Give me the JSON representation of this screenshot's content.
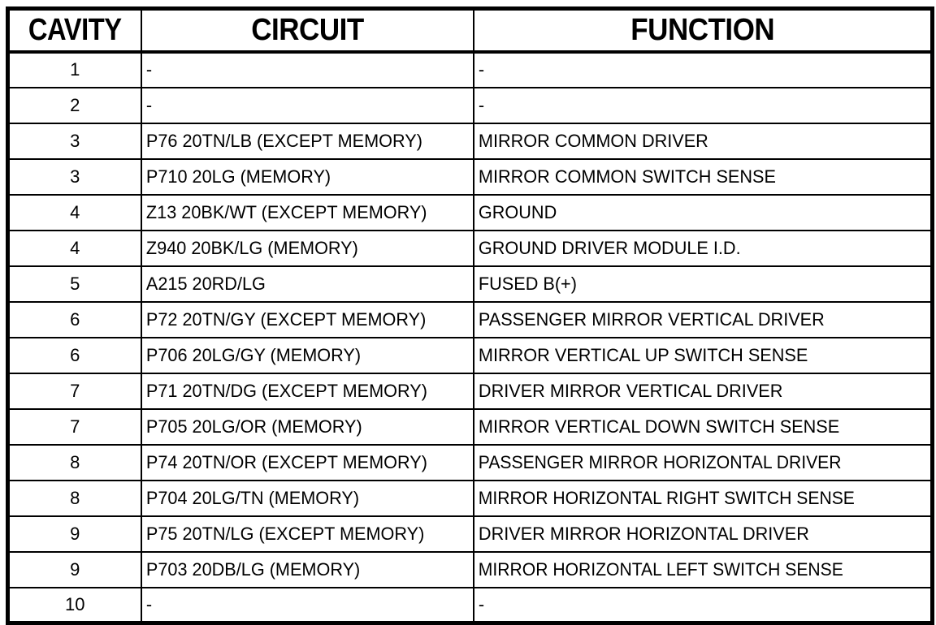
{
  "table": {
    "title": "CAVITY / CIRCUIT / FUNCTION connector pinout",
    "columns": [
      {
        "key": "cavity",
        "label": "CAVITY"
      },
      {
        "key": "circuit",
        "label": "CIRCUIT"
      },
      {
        "key": "function",
        "label": "FUNCTION"
      }
    ],
    "rows": [
      {
        "cavity": "1",
        "circuit": "-",
        "function": "-"
      },
      {
        "cavity": "2",
        "circuit": "-",
        "function": "-"
      },
      {
        "cavity": "3",
        "circuit": "P76 20TN/LB (EXCEPT MEMORY)",
        "function": "MIRROR COMMON DRIVER"
      },
      {
        "cavity": "3",
        "circuit": "P710 20LG (MEMORY)",
        "function": "MIRROR COMMON SWITCH SENSE"
      },
      {
        "cavity": "4",
        "circuit": "Z13 20BK/WT (EXCEPT MEMORY)",
        "function": "GROUND"
      },
      {
        "cavity": "4",
        "circuit": "Z940 20BK/LG (MEMORY)",
        "function": "GROUND DRIVER MODULE I.D."
      },
      {
        "cavity": "5",
        "circuit": "A215 20RD/LG",
        "function": "FUSED B(+)"
      },
      {
        "cavity": "6",
        "circuit": "P72 20TN/GY (EXCEPT MEMORY)",
        "function": "PASSENGER MIRROR VERTICAL DRIVER"
      },
      {
        "cavity": "6",
        "circuit": "P706 20LG/GY (MEMORY)",
        "function": "MIRROR VERTICAL UP SWITCH SENSE"
      },
      {
        "cavity": "7",
        "circuit": "P71 20TN/DG (EXCEPT MEMORY)",
        "function": "DRIVER MIRROR VERTICAL DRIVER"
      },
      {
        "cavity": "7",
        "circuit": "P705 20LG/OR (MEMORY)",
        "function": "MIRROR VERTICAL DOWN SWITCH SENSE"
      },
      {
        "cavity": "8",
        "circuit": "P74 20TN/OR (EXCEPT MEMORY)",
        "function": "PASSENGER MIRROR HORIZONTAL DRIVER"
      },
      {
        "cavity": "8",
        "circuit": "P704 20LG/TN (MEMORY)",
        "function": "MIRROR HORIZONTAL RIGHT SWITCH SENSE"
      },
      {
        "cavity": "9",
        "circuit": "P75 20TN/LG (EXCEPT MEMORY)",
        "function": "DRIVER MIRROR HORIZONTAL DRIVER"
      },
      {
        "cavity": "9",
        "circuit": "P703 20DB/LG (MEMORY)",
        "function": "MIRROR HORIZONTAL LEFT SWITCH SENSE"
      },
      {
        "cavity": "10",
        "circuit": "-",
        "function": "-"
      }
    ]
  },
  "colors": {
    "border": "#000000",
    "text": "#000000",
    "background": "#ffffff"
  }
}
